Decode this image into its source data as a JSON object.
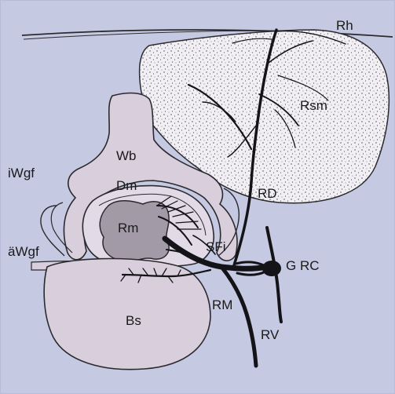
{
  "colors": {
    "background": "#c6c9e2",
    "bone": "#d8cedc",
    "medulla": "#a39aa8",
    "muscle": "#f1eff4",
    "nerve": "#141418"
  },
  "labels": {
    "rh": "Rh",
    "rsm": "Rsm",
    "wb": "Wb",
    "iwgf": "iWgf",
    "dm": "Dm",
    "rd": "RD",
    "rm_cord": "Rm",
    "awgf": "äWgf",
    "sfi": "SFi",
    "grc": "G RC",
    "rm": "RM",
    "bs": "Bs",
    "rv": "RV"
  }
}
